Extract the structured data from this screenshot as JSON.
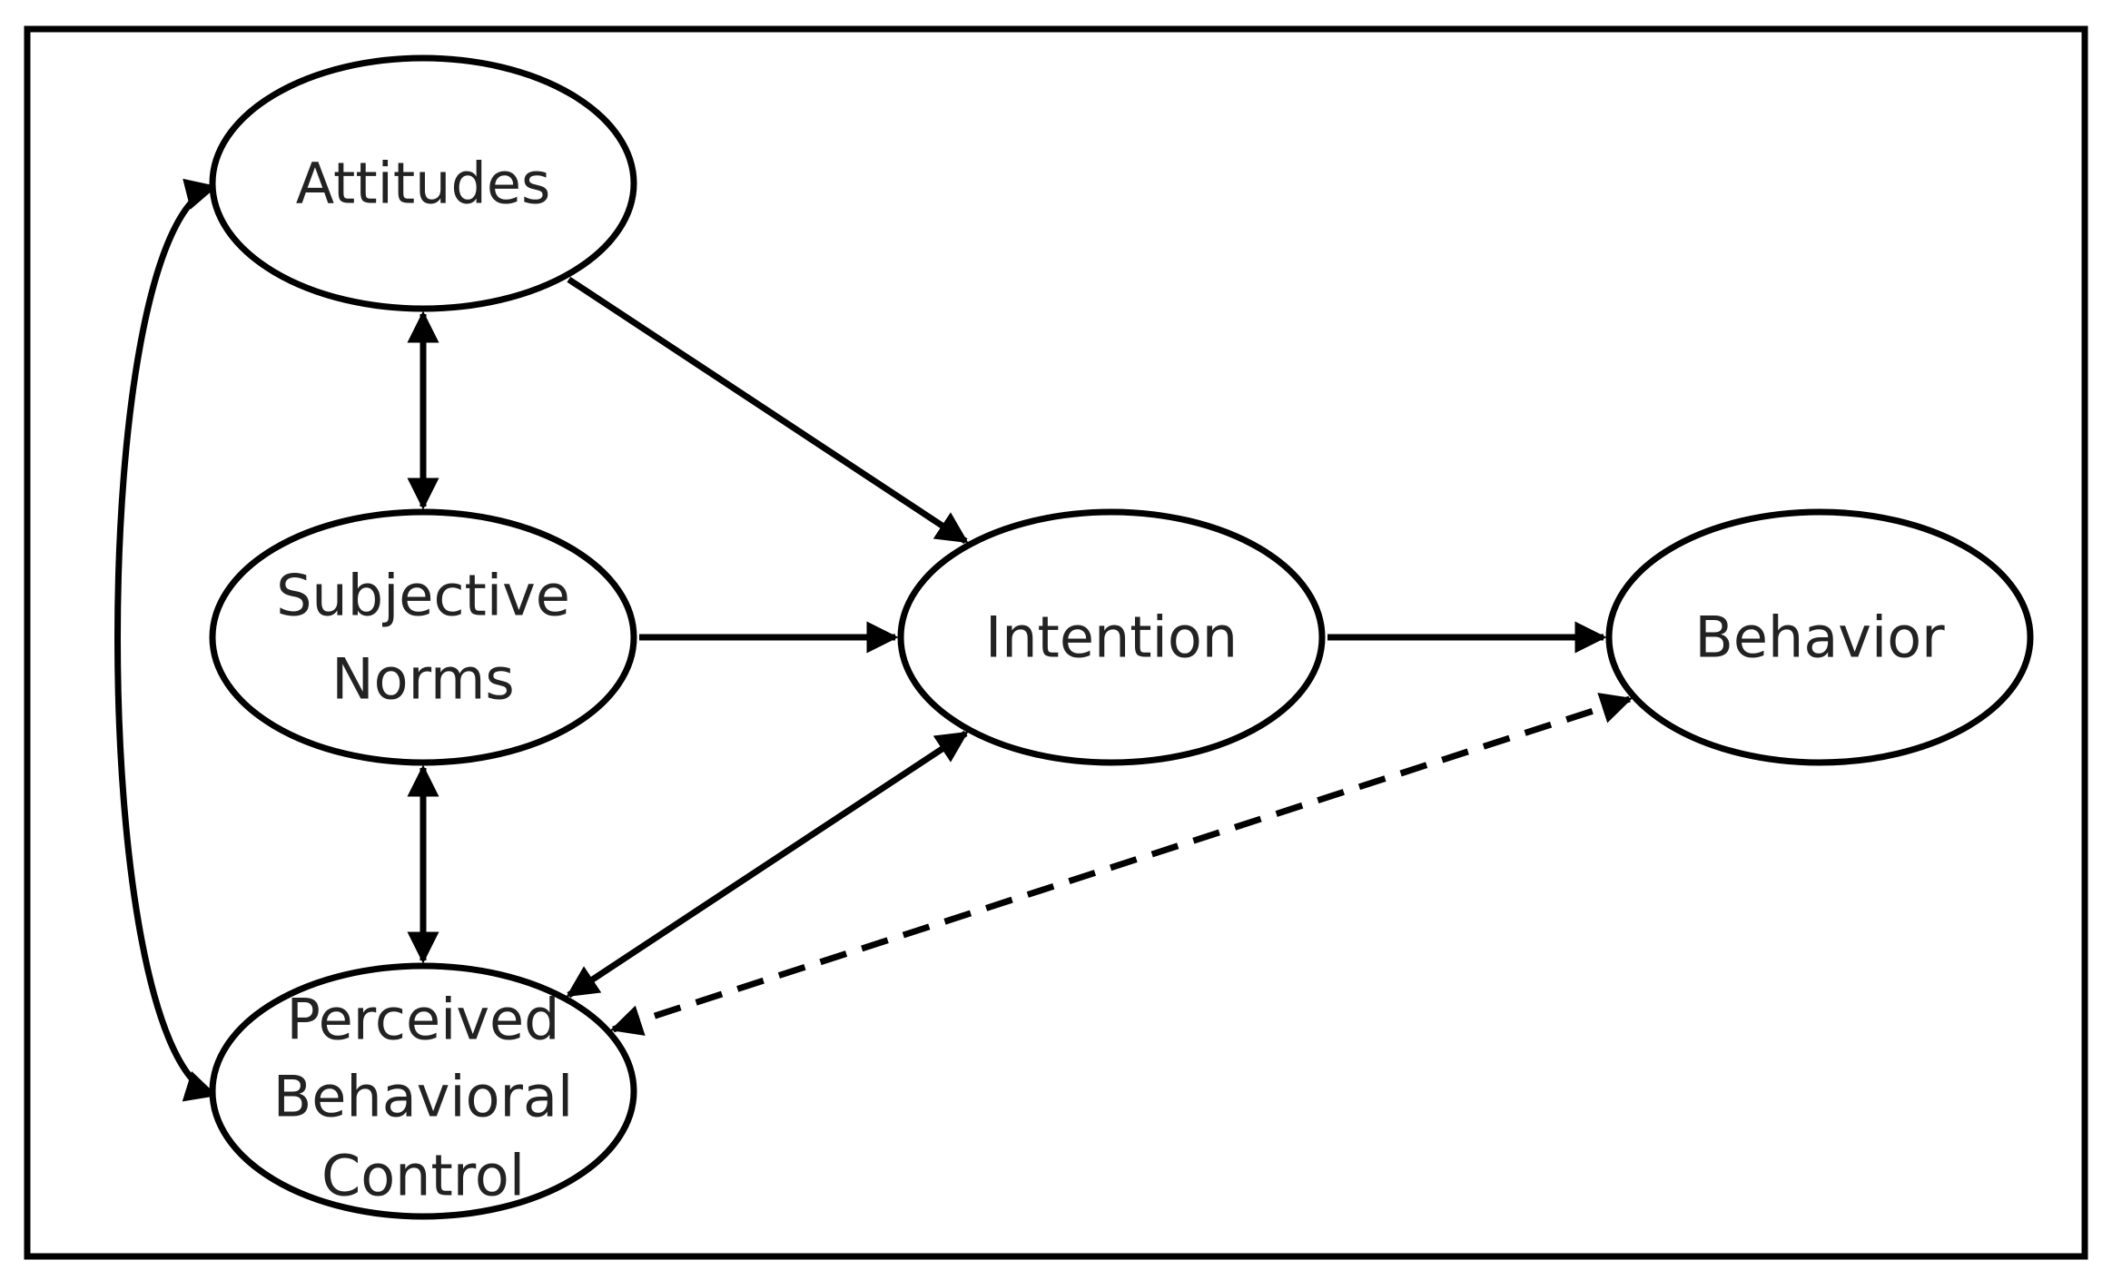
{
  "diagram": {
    "nodes": [
      {
        "id": "attitudes",
        "lines": [
          "Attitudes"
        ]
      },
      {
        "id": "subjective_norms",
        "lines": [
          "Subjective",
          "Norms"
        ]
      },
      {
        "id": "perceived_behavioral_control",
        "lines": [
          "Perceived",
          "Behavioral",
          "Control"
        ]
      },
      {
        "id": "intention",
        "lines": [
          "Intention"
        ]
      },
      {
        "id": "behavior",
        "lines": [
          "Behavior"
        ]
      }
    ],
    "edges": [
      {
        "from": "attitudes",
        "to": "subjective_norms",
        "direction": "both",
        "style": "solid"
      },
      {
        "from": "subjective_norms",
        "to": "perceived_behavioral_control",
        "direction": "both",
        "style": "solid"
      },
      {
        "from": "attitudes",
        "to": "perceived_behavioral_control",
        "direction": "both",
        "style": "solid",
        "shape": "curved"
      },
      {
        "from": "attitudes",
        "to": "intention",
        "direction": "forward",
        "style": "solid"
      },
      {
        "from": "subjective_norms",
        "to": "intention",
        "direction": "forward",
        "style": "solid"
      },
      {
        "from": "perceived_behavioral_control",
        "to": "intention",
        "direction": "both",
        "style": "solid"
      },
      {
        "from": "intention",
        "to": "behavior",
        "direction": "forward",
        "style": "solid"
      },
      {
        "from": "perceived_behavioral_control",
        "to": "behavior",
        "direction": "both",
        "style": "dashed"
      }
    ],
    "colors": {
      "stroke": "#000000",
      "text": "#222222",
      "background": "#ffffff"
    }
  }
}
